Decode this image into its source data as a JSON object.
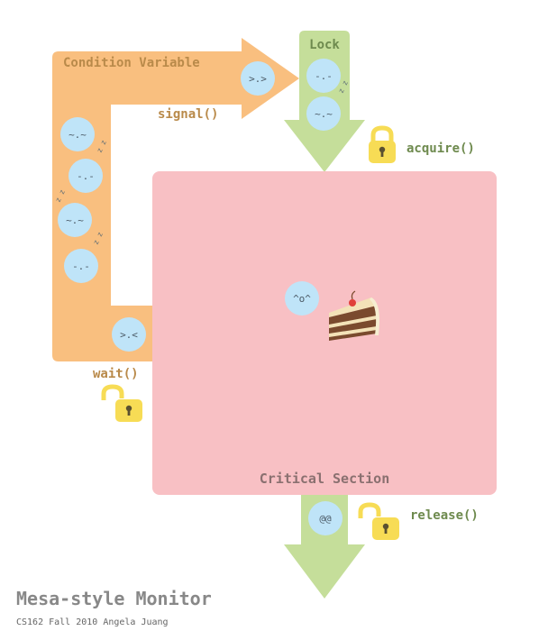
{
  "labels": {
    "condition_variable": "Condition Variable",
    "lock": "Lock",
    "signal": "signal()",
    "acquire": "acquire()",
    "wait": "wait()",
    "release": "release()",
    "critical_section": "Critical Section",
    "title": "Mesa-style Monitor",
    "credit": "CS162 Fall 2010 Angela Juang"
  },
  "faces": {
    "signaler": ">.>",
    "lock_waiter_1": "-.-",
    "lock_waiter_2": "~.~",
    "cv_waiter_1": "~.~",
    "cv_waiter_2": "-.-",
    "cv_waiter_3": "~.~",
    "cv_waiter_4": "-.-",
    "waiter_entering": ">.<",
    "in_critical_section": "^o^",
    "exiting": "@@"
  },
  "sleep_marks": "z z",
  "colors": {
    "condition_variable_path": "#f9bf7f",
    "lock_path": "#c5de9a",
    "critical_section": "#f8c0c4",
    "thread_face": "#bfe4f8",
    "padlock": "#f7dc55",
    "label_orange_text": "#b98a4a",
    "label_green_text": "#6e8a4e",
    "title_text": "#888888"
  },
  "icons": {
    "lock_acquire": "locked-padlock-icon",
    "lock_release": "unlocked-padlock-icon",
    "lock_wait": "unlocked-padlock-icon",
    "cake": "cake-slice-icon"
  }
}
